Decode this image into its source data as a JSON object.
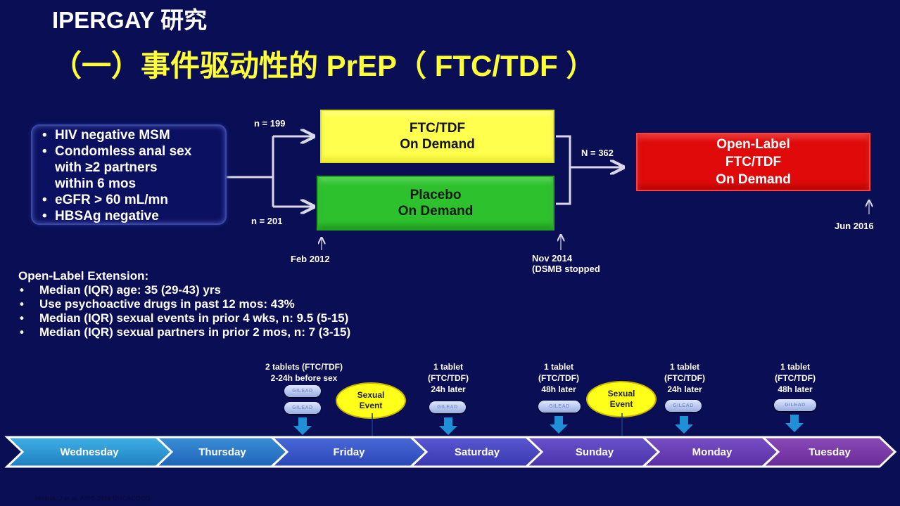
{
  "title": {
    "line1": "IPERGAY 研究",
    "line2": "（一）事件驱动性的 PrEP（ FTC/TDF ）"
  },
  "criteria": [
    "HIV negative MSM",
    "Condomless anal sex",
    "with ≥2 partners",
    "within 6 mos",
    "eGFR > 60 mL/mn",
    "HBSAg negative"
  ],
  "arms": {
    "ftc": {
      "line1": "FTC/TDF",
      "line2": "On Demand",
      "n": "n = 199"
    },
    "placebo": {
      "line1": "Placebo",
      "line2": "On Demand",
      "n": "n = 201"
    },
    "open_label": {
      "line1": "Open-Label",
      "line2": "FTC/TDF",
      "line3": "On Demand",
      "n": "N = 362"
    }
  },
  "dates": {
    "start": "Feb 2012",
    "stop_line1": "Nov 2014",
    "stop_line2": "(DSMB stopped",
    "end": "Jun 2016"
  },
  "extension": {
    "heading": "Open-Label Extension:",
    "items": [
      "Median (IQR) age: 35 (29-43) yrs",
      "Use psychoactive drugs in past 12 mos: 43%",
      "Median (IQR) sexual events in prior 4 wks, n: 9.5 (5-15)",
      "Median (IQR) sexual partners in prior 2 mos, n: 7 (3-15)"
    ]
  },
  "dosing": [
    {
      "line1": "2 tablets (FTC/TDF)",
      "line2": "2-24h before  sex"
    },
    {
      "line1": "1 tablet",
      "line2": "(FTC/TDF)",
      "line3": "24h later"
    },
    {
      "line1": "1 tablet",
      "line2": "(FTC/TDF)",
      "line3": "48h later"
    },
    {
      "line1": "1 tablet",
      "line2": "(FTC/TDF)",
      "line3": "24h later"
    },
    {
      "line1": "1 tablet",
      "line2": "(FTC/TDF)",
      "line3": "48h later"
    }
  ],
  "pill_text": "GILEAD",
  "events": [
    {
      "line1": "Sexual",
      "line2": "Event"
    },
    {
      "line1": "Sexual",
      "line2": "Event"
    }
  ],
  "days": [
    "Wednesday",
    "Thursday",
    "Friday",
    "Saturday",
    "Sunday",
    "Monday",
    "Tuesday"
  ],
  "citation": "Molina, J et al. AIDS 2016 DHCACOOG",
  "colors": {
    "background": "#0a0e55",
    "title_yellow": "#ffff33",
    "ftc_box": "#ffff4d",
    "placebo_box": "#2ec12e",
    "open_label_box": "#e00a0a",
    "arrow_blue": "#1f8fd6"
  }
}
